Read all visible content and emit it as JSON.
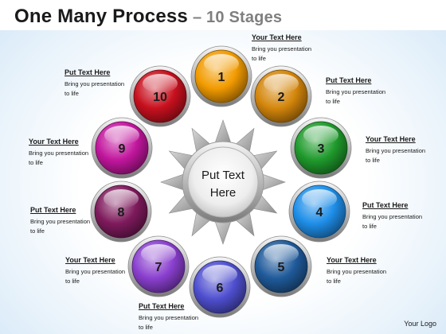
{
  "title": {
    "main": "One Many Process",
    "sub": "– 10 Stages"
  },
  "center": {
    "line1": "Put Text",
    "line2": "Here"
  },
  "stages": [
    {
      "number": "1",
      "color": "#f29b00",
      "label_title": "Your Text Here",
      "label_body": "Bring you presentation to life"
    },
    {
      "number": "2",
      "color": "#d4860b",
      "label_title": "Put Text Here",
      "label_body": "Bring you presentation to life"
    },
    {
      "number": "3",
      "color": "#1f9a2c",
      "label_title": "Your Text Here",
      "label_body": "Bring you presentation to life"
    },
    {
      "number": "4",
      "color": "#1e8ee8",
      "label_title": "Put Text Here",
      "label_body": "Bring you presentation to life"
    },
    {
      "number": "5",
      "color": "#1f5a9a",
      "label_title": "Your Text Here",
      "label_body": "Bring you presentation to life"
    },
    {
      "number": "6",
      "color": "#4f4fd0",
      "label_title": "Put Text Here",
      "label_body": "Bring you presentation to life"
    },
    {
      "number": "7",
      "color": "#8a3fcf",
      "label_title": "Your Text Here",
      "label_body": "Bring you presentation to life"
    },
    {
      "number": "8",
      "color": "#7e1a5c",
      "label_title": "Put Text Here",
      "label_body": "Bring you presentation to life"
    },
    {
      "number": "9",
      "color": "#c2169e",
      "label_title": "Your Text Here",
      "label_body": "Bring you presentation to life"
    },
    {
      "number": "10",
      "color": "#c8101e",
      "label_title": "Put Text Here",
      "label_body": "Bring you presentation to life"
    }
  ],
  "logo": "Your Logo"
}
